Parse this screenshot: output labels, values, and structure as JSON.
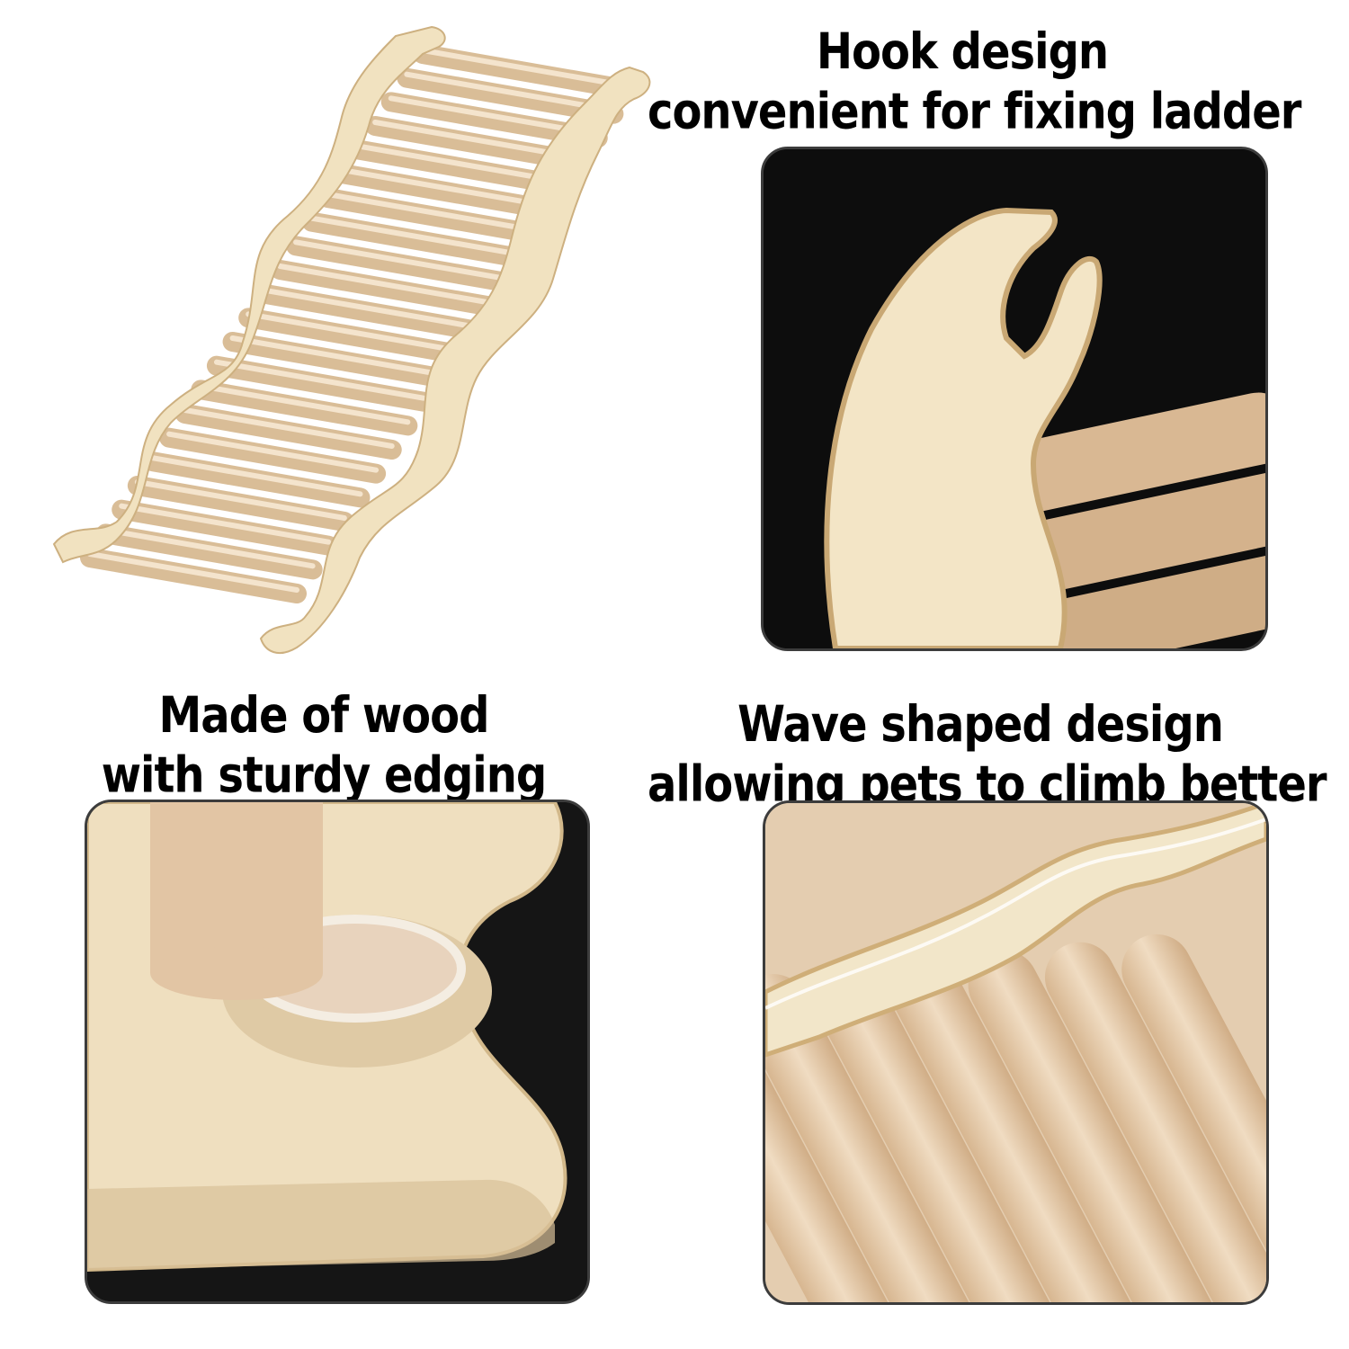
{
  "captions": {
    "hook": {
      "line1": "Hook design",
      "line2": "convenient for fixing ladder"
    },
    "wood": {
      "line1": "Made of wood",
      "line2": "with sturdy edging"
    },
    "wave": {
      "line1": "Wave shaped design",
      "line2": "allowing pets to climb better"
    }
  },
  "colors": {
    "wood_light": "#f1e2c0",
    "wood_dowel": "#e2c7a3",
    "wood_edge": "#d9bf8c",
    "panel_bg": "#0d0d0d",
    "panel_border": "#3c3c3c"
  }
}
